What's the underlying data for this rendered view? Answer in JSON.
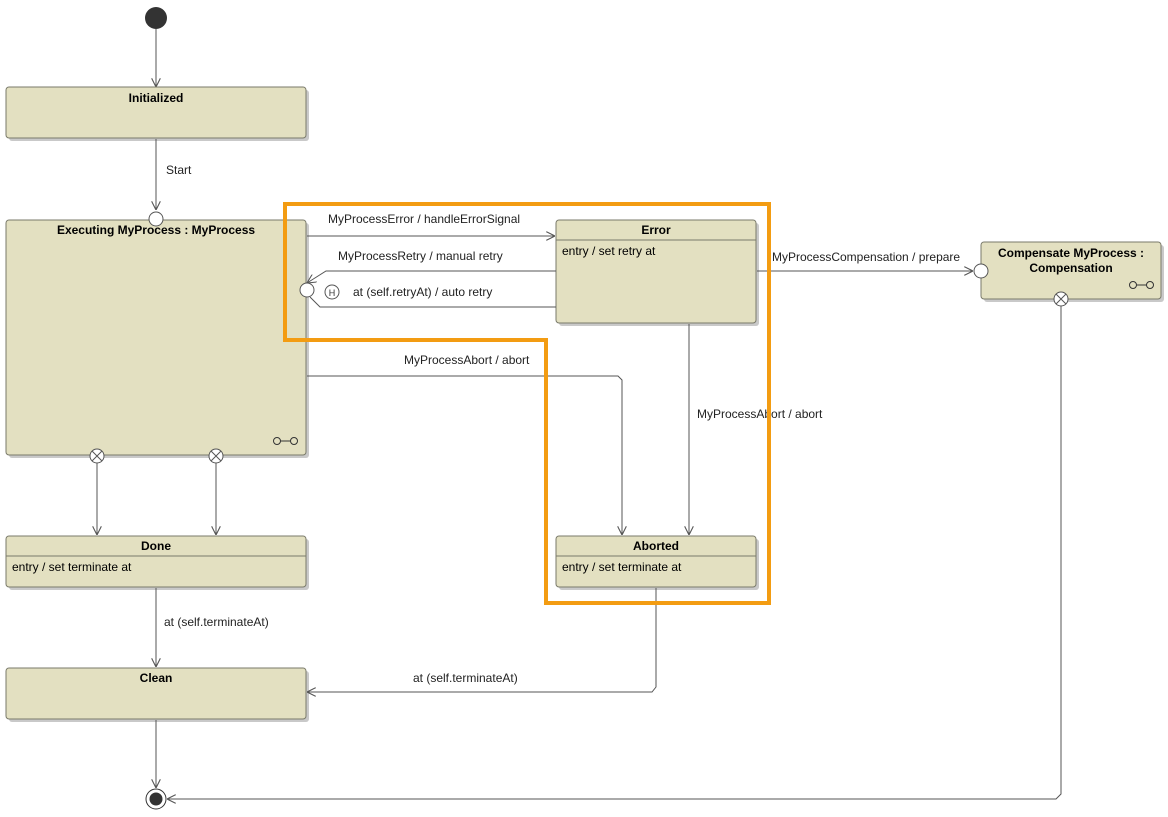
{
  "states": {
    "initialized": {
      "name": "Initialized"
    },
    "executing": {
      "name": "Executing MyProcess : MyProcess"
    },
    "error": {
      "name": "Error",
      "body": "entry / set retry at"
    },
    "compensate": {
      "name_line1": "Compensate MyProcess :",
      "name_line2": "Compensation"
    },
    "done": {
      "name": "Done",
      "body": "entry / set terminate at"
    },
    "aborted": {
      "name": "Aborted",
      "body": "entry / set terminate at"
    },
    "clean": {
      "name": "Clean"
    }
  },
  "transitions": {
    "start": "Start",
    "error": "MyProcessError / handleErrorSignal",
    "retry_manual": "MyProcessRetry / manual retry",
    "retry_auto": "at (self.retryAt) / auto retry",
    "abort_from_executing": "MyProcessAbort / abort",
    "abort_from_error": "MyProcessAbort / abort",
    "compensation": "MyProcessCompensation / prepare",
    "done_to_clean": "at (self.terminateAt)",
    "aborted_to_clean": "at (self.terminateAt)"
  },
  "history_symbol": "H",
  "colors": {
    "state_fill": "#e3e0c1",
    "highlight": "#f39c12"
  }
}
